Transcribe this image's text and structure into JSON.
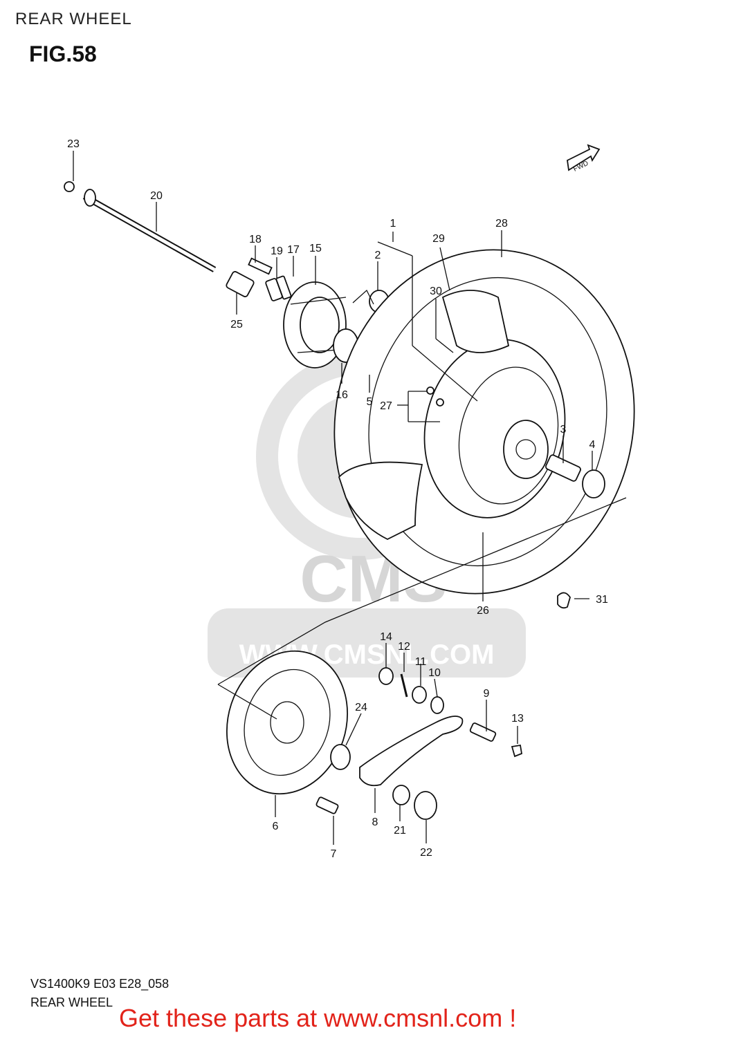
{
  "header": {
    "title": "REAR WHEEL"
  },
  "figure": {
    "title": "FIG.58"
  },
  "fwd_arrow_label": "FWD",
  "watermark": {
    "logo_text": "CMS",
    "url_text": "WWW.CMSNL.COM"
  },
  "callouts": [
    "1",
    "2",
    "3",
    "4",
    "5",
    "6",
    "7",
    "8",
    "9",
    "10",
    "11",
    "12",
    "13",
    "14",
    "15",
    "16",
    "17",
    "18",
    "19",
    "20",
    "21",
    "22",
    "23",
    "24",
    "25",
    "26",
    "27",
    "28",
    "29",
    "30",
    "31"
  ],
  "footer": {
    "model_code": "VS1400K9 E03 E28_058",
    "title": "REAR WHEEL",
    "promo": "Get these parts at www.cmsnl.com !"
  }
}
